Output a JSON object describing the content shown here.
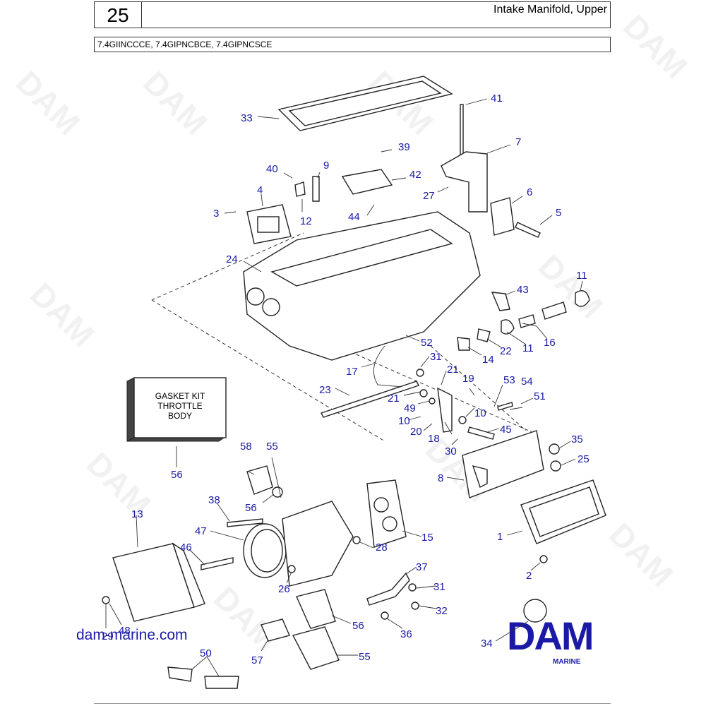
{
  "header": {
    "page_number": "25",
    "title": "Intake Manifold, Upper",
    "models": "7.4GIINCCCE, 7.4GIPNCBCE, 7.4GIPNCSCE"
  },
  "kit_box": {
    "line1": "GASKET KIT",
    "line2": "THROTTLE",
    "line3": "BODY"
  },
  "watermark_text": "DAM",
  "footer": {
    "website": "dam-marine.com",
    "brand": "DAM",
    "brand_sub": "MARINE",
    "brand_color": "#1a1aa6"
  },
  "callouts": [
    "1",
    "2",
    "3",
    "4",
    "5",
    "6",
    "7",
    "8",
    "9",
    "10",
    "10",
    "11",
    "11",
    "12",
    "13",
    "14",
    "15",
    "16",
    "17",
    "18",
    "19",
    "20",
    "21",
    "21",
    "22",
    "23",
    "24",
    "25",
    "26",
    "27",
    "28",
    "29",
    "30",
    "31",
    "31",
    "32",
    "33",
    "34",
    "35",
    "36",
    "37",
    "38",
    "39",
    "40",
    "41",
    "42",
    "43",
    "44",
    "45",
    "46",
    "47",
    "48",
    "49",
    "50",
    "51",
    "52",
    "53",
    "54",
    "55",
    "55",
    "56",
    "56",
    "56",
    "57",
    "58"
  ],
  "colors": {
    "callout": "#1a1aa6",
    "line": "#222222"
  }
}
